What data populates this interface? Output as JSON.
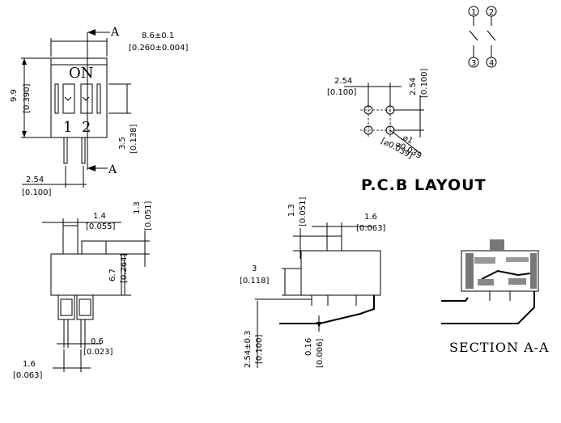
{
  "front_view": {
    "section_marker_top": "A",
    "section_marker_bottom": "A",
    "width_dim": "8.6±0.1",
    "width_dim_in": "[0.260±0.004]",
    "height_dim": "9.9",
    "height_dim_in": "[0.390]",
    "on_label": "ON",
    "pos1": "1",
    "pos2": "2",
    "pin_dim": "3.5",
    "pin_dim_in": "[0.138]",
    "pitch_dim": "2.54",
    "pitch_dim_in": "[0.100]"
  },
  "schematic": {
    "p1": "1",
    "p2": "2",
    "p3": "3",
    "p4": "4"
  },
  "pcb_layout": {
    "title": "P.C.B LAYOUT",
    "h_pitch": "2.54",
    "h_pitch_in": "[0.100]",
    "v_pitch": "2.54",
    "v_pitch_in": "[0.100]",
    "hole_dim": "⌀1",
    "hole_dim_in": "[⌀0.039]",
    "hole_dim2": "⌀0.039"
  },
  "side_view": {
    "act_width": "1.4",
    "act_width_in": "[0.055]",
    "act_height": "1.3",
    "act_height_in": "[0.051]",
    "body_height": "6.7",
    "body_height_in": "[0.264]",
    "lead_dim": "0.6",
    "lead_dim_in": "[0.023]",
    "lead_pitch": "1.6",
    "lead_pitch_in": "[0.063]"
  },
  "right_side_view": {
    "act_height": "1.3",
    "act_height_in": "[0.051]",
    "act_width": "1.6",
    "act_width_in": "[0.063]",
    "offset": "3",
    "offset_in": "[0.118]",
    "lead_len": "2.54±0.3",
    "lead_len_in": "[0.100]",
    "thickness": "0.16",
    "thickness_in": "[0.006]"
  },
  "section": {
    "title": "SECTION A-A"
  }
}
